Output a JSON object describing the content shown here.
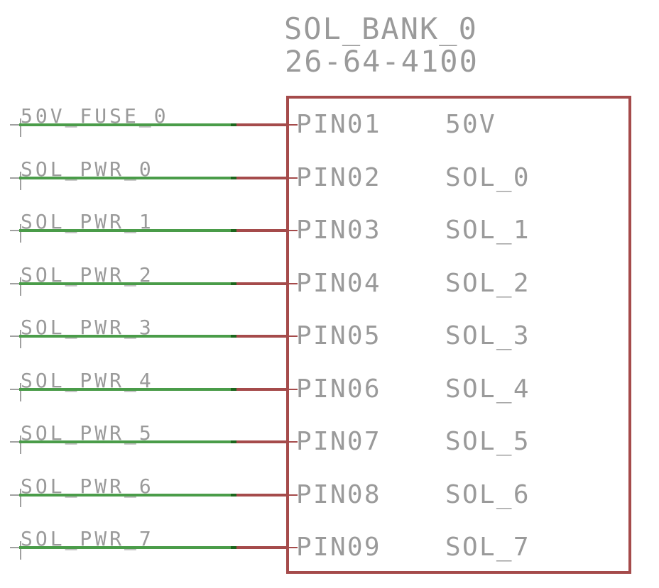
{
  "schematic": {
    "component": {
      "title": "SOL_BANK_0",
      "part_number": "26-64-4100",
      "pins": [
        {
          "number": "PIN01",
          "name": "50V",
          "net": "50V_FUSE_0"
        },
        {
          "number": "PIN02",
          "name": "SOL_0",
          "net": "SOL_PWR_0"
        },
        {
          "number": "PIN03",
          "name": "SOL_1",
          "net": "SOL_PWR_1"
        },
        {
          "number": "PIN04",
          "name": "SOL_2",
          "net": "SOL_PWR_2"
        },
        {
          "number": "PIN05",
          "name": "SOL_3",
          "net": "SOL_PWR_3"
        },
        {
          "number": "PIN06",
          "name": "SOL_4",
          "net": "SOL_PWR_4"
        },
        {
          "number": "PIN07",
          "name": "SOL_5",
          "net": "SOL_PWR_5"
        },
        {
          "number": "PIN08",
          "name": "SOL_6",
          "net": "SOL_PWR_6"
        },
        {
          "number": "PIN09",
          "name": "SOL_7",
          "net": "SOL_PWR_7"
        }
      ]
    },
    "colors": {
      "symbol": "#a54b4b",
      "net": "#4a9c49",
      "net_junction": "#1c661c",
      "text": "#9a9a9a",
      "cross": "#a0a0a0",
      "background": "#ffffff"
    }
  }
}
